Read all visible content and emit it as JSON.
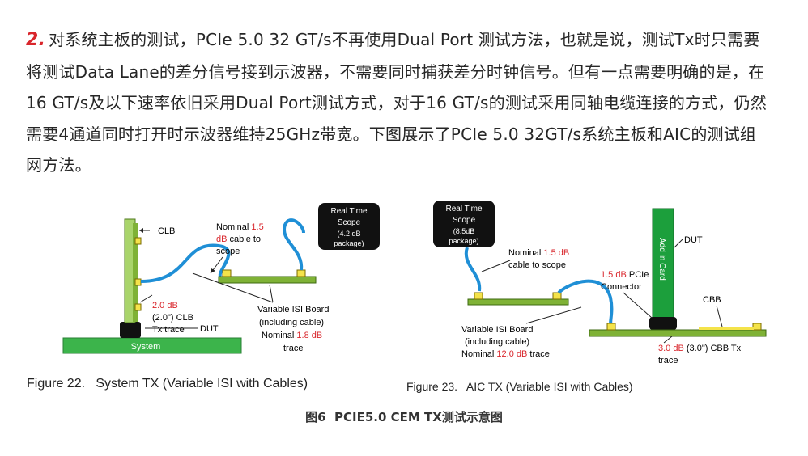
{
  "paragraph": {
    "number": "2.",
    "text": "对系统主板的测试，PCIe 5.0 32 GT/s不再使用Dual Port 测试方法，也就是说，测试Tx时只需要将测试Data Lane的差分信号接到示波器，不需要同时捕获差分时钟信号。但有一点需要明确的是，在16 GT/s及以下速率依旧采用Dual Port测试方式，对于16 GT/s的测试采用同轴电缆连接的方式，仍然需要4通道同时打开时示波器维持25GHz带宽。下图展示了PCIe 5.0 32GT/s系统主板和AIC的测试组网方法。"
  },
  "figure22": {
    "clb_label": "CLB",
    "system_label": "System",
    "dut_label": "DUT",
    "scope_lines": [
      "Real Time",
      "Scope",
      "(4.2 dB",
      "package)"
    ],
    "cable_lines": [
      "Nominal ",
      "1.5",
      "dB",
      " cable to",
      "scope"
    ],
    "trace_lines": [
      "2.0 dB",
      "(2.0\") CLB",
      "Tx trace"
    ],
    "isi_lines": [
      "Variable ISI Board",
      "(including cable)",
      "Nominal ",
      "1.8 dB",
      "trace"
    ],
    "caption": "Figure 22.   System TX (Variable ISI with Cables)"
  },
  "figure23": {
    "scope_lines": [
      "Real Time",
      "Scope",
      "(8.5dB",
      "package)"
    ],
    "cable_lines": [
      "Nominal ",
      "1.5 dB",
      "cable to scope"
    ],
    "connector_lines": [
      "1.5 dB",
      " PCIe",
      "Connector"
    ],
    "card_label": "Add in Card",
    "dut_label": "DUT",
    "cbb_label": "CBB",
    "isi_lines": [
      "Variable ISI Board",
      "(including cable)",
      "Nominal ",
      "12.0 dB",
      " trace"
    ],
    "cbb_trace_lines": [
      "3.0 dB",
      " (3.0\") CBB Tx",
      "trace"
    ],
    "caption": "Figure 23.   AIC TX (Variable ISI with Cables)"
  },
  "main_caption": "图6  PCIE5.0 CEM TX测试示意图",
  "colors": {
    "accent_red": "#d9262c",
    "board_green": "#3cb44b",
    "cable_blue": "#1f8fd6"
  }
}
